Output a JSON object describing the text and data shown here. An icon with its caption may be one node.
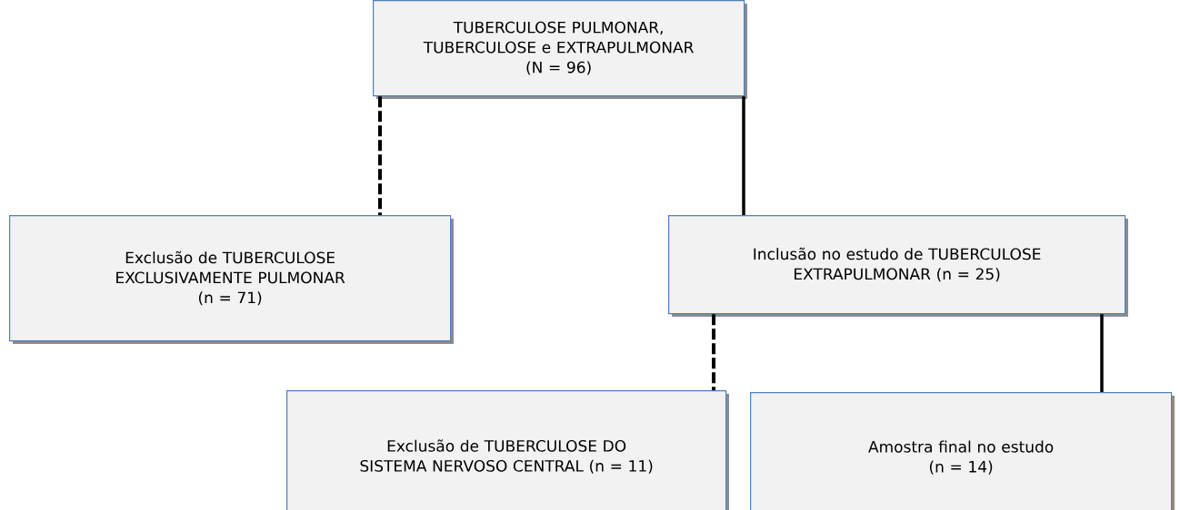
{
  "diagram": {
    "nodes": [
      {
        "text": [
          "TUBERCULOSE PULMONAR, TUBERCULOSE e EXTRAPULMONAR",
          "(N = 96)"
        ]
      },
      {
        "text": [
          "Exclusão de TUBERCULOSE EXCLUSIVAMENTE PULMONAR",
          "(n = 71)"
        ]
      },
      {
        "text": [
          "Inclusão no estudo de TUBERCULOSE EXTRAPULMONAR (n = 25)"
        ]
      },
      {
        "text": [
          "Exclusão de TUBERCULOSE DO SISTEMA NERVOSO CENTRAL (n = 11)"
        ]
      },
      {
        "text": [
          "Amostra final no estudo",
          "(n = 14)"
        ]
      }
    ],
    "edges": [
      {
        "from": 0,
        "to": 1,
        "arrow": "none",
        "style": "dashed"
      },
      {
        "from": 0,
        "to": 2,
        "arrow": "none"
      },
      {
        "from": 2,
        "to": 3,
        "arrow": "none",
        "style": "dashed"
      },
      {
        "from": 2,
        "to": 4,
        "arrow": "none"
      }
    ]
  }
}
